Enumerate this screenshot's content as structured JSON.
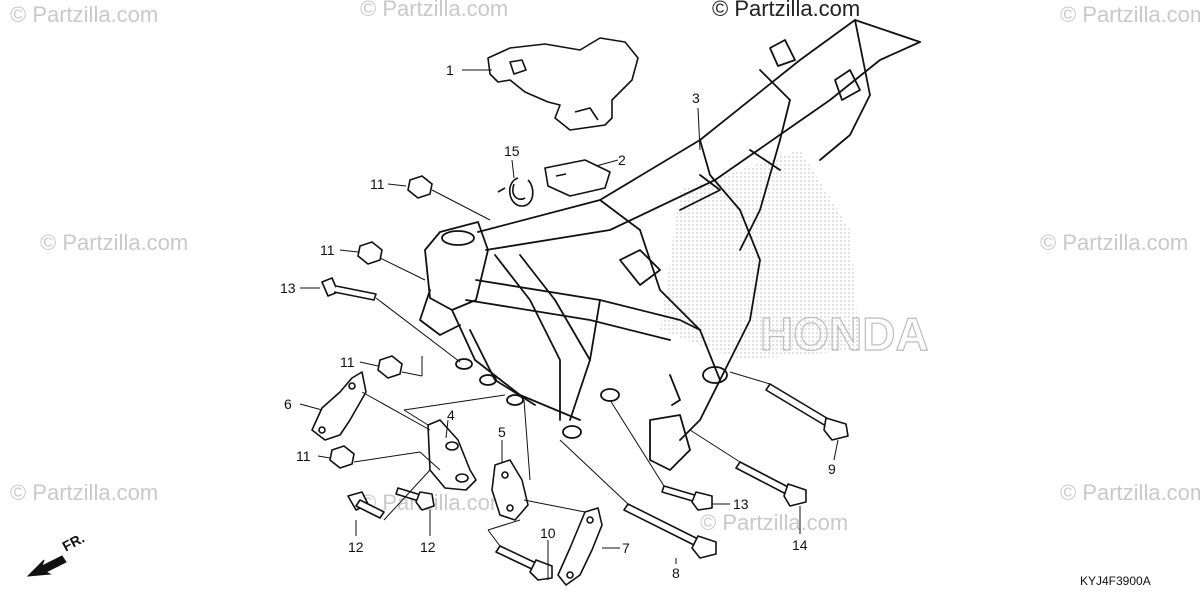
{
  "copyright": "© Partzilla.com",
  "watermarks": [
    "© Partzilla.com",
    "© Partzilla.com",
    "© Partzilla.com",
    "© Partzilla.com",
    "© Partzilla.com",
    "© Partzilla.com",
    "© Partzilla.com",
    "© Partzilla.com",
    "© Partzilla.com"
  ],
  "brand_faint": "HONDA",
  "diagram_code": "KYJ4F3900A",
  "direction_label": "FR.",
  "callouts": [
    "1",
    "2",
    "3",
    "15",
    "11",
    "11",
    "13",
    "11",
    "6",
    "4",
    "5",
    "11",
    "12",
    "12",
    "10",
    "7",
    "8",
    "13",
    "14",
    "9"
  ],
  "colors": {
    "line": "#111111",
    "watermark": "#c9c9c9",
    "shade": "#bdbdbd"
  }
}
